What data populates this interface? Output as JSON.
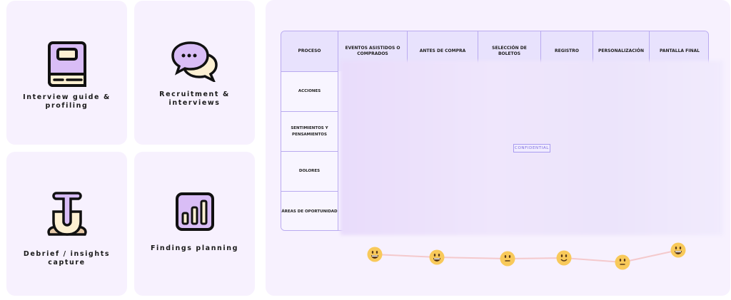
{
  "cards": [
    {
      "label": "Interview guide & profiling",
      "icon": "book-icon"
    },
    {
      "label": "Recruitment & interviews",
      "icon": "chat-bubbles-icon"
    },
    {
      "label": "Debrief / insights capture",
      "icon": "shovel-icon"
    },
    {
      "label": "Findings planning",
      "icon": "bar-chart-icon"
    }
  ],
  "journey_map": {
    "row_header": "PROCESO",
    "columns": [
      "EVENTOS ASISTIDOS O COMPRADOS",
      "ANTES DE COMPRA",
      "SELECCIÓN DE BOLETOS",
      "REGISTRO",
      "PERSONALIZACIÓN",
      "PANTALLA FINAL"
    ],
    "rows": [
      "ACCIONES",
      "SENTIMIENTOS Y PENSAMIENTOS",
      "DOLORES",
      "ÁREAS DE OPORTUNIDAD"
    ],
    "confidential_label": "CONFIDENTIAL",
    "emotion_curve": [
      "grin",
      "grin",
      "neutral",
      "smile",
      "neutral",
      "grin"
    ],
    "accent": "#d9c2f7"
  }
}
